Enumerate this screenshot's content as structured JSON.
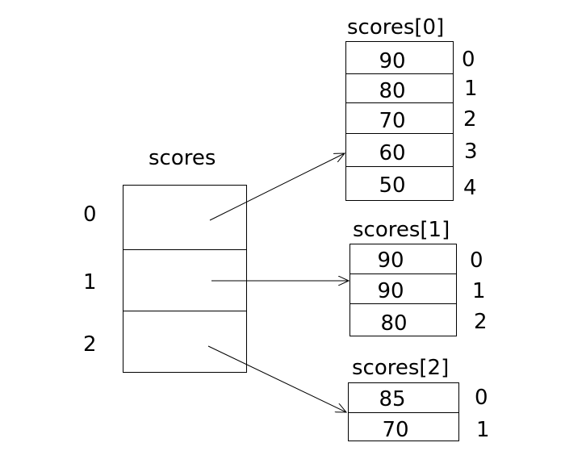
{
  "main": {
    "title": "scores",
    "indices": [
      "0",
      "1",
      "2"
    ]
  },
  "arrays": [
    {
      "title": "scores[0]",
      "values": [
        "90",
        "80",
        "70",
        "60",
        "50"
      ],
      "indices": [
        "0",
        "1",
        "2",
        "3",
        "4"
      ]
    },
    {
      "title": "scores[1]",
      "values": [
        "90",
        "90",
        "80"
      ],
      "indices": [
        "0",
        "1",
        "2"
      ]
    },
    {
      "title": "scores[2]",
      "values": [
        "85",
        "70"
      ],
      "indices": [
        "0",
        "1"
      ]
    }
  ]
}
